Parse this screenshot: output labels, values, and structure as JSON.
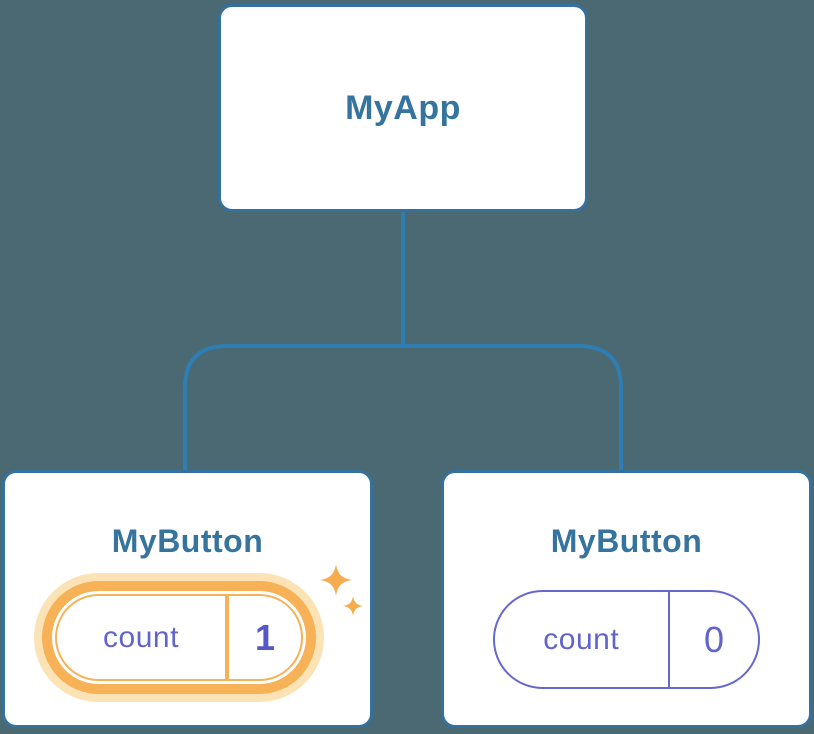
{
  "background_color": "#4B6972",
  "connector_color": "#2E7DB3",
  "card_border_color": "#34719D",
  "title_color": "#35749E",
  "state_text_color": "#6165CB",
  "highlight_ring_color": "#F7B156",
  "highlight_glow_color": "#FBE3B6",
  "sparkle_color": "#F6AC4E",
  "tree": {
    "root": {
      "label": "MyApp"
    },
    "children": [
      {
        "label": "MyButton",
        "state": {
          "name": "count",
          "value": "1"
        },
        "highlighted": true
      },
      {
        "label": "MyButton",
        "state": {
          "name": "count",
          "value": "0"
        },
        "highlighted": false
      }
    ]
  }
}
